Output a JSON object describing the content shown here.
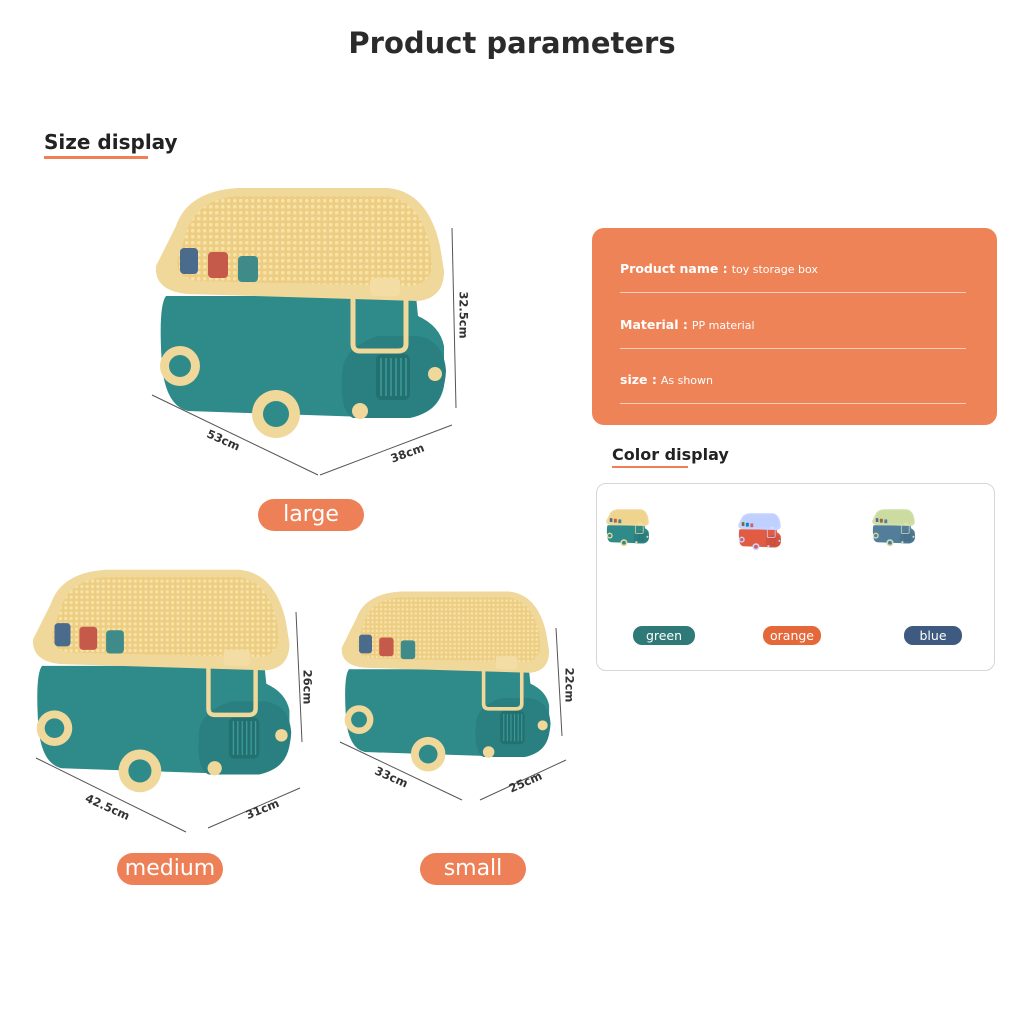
{
  "page_title": "Product parameters",
  "size_display": {
    "title": "Size display",
    "boxes": [
      {
        "label": "large",
        "length": "53cm",
        "width": "38cm",
        "height": "32.5cm"
      },
      {
        "label": "medium",
        "length": "42.5cm",
        "width": "31cm",
        "height": "26cm"
      },
      {
        "label": "small",
        "length": "33cm",
        "width": "25cm",
        "height": "22cm"
      }
    ]
  },
  "info_card": {
    "rows": [
      {
        "label": "Product name :",
        "value": "toy storage box"
      },
      {
        "label": "Material :",
        "value": "PP material"
      },
      {
        "label": "size :",
        "value": "As shown"
      }
    ]
  },
  "color_display": {
    "title": "Color display",
    "colors": [
      {
        "name": "green",
        "hex": "#2f7a78"
      },
      {
        "name": "orange",
        "hex": "#e5683a"
      },
      {
        "name": "blue",
        "hex": "#3e5a80"
      }
    ]
  },
  "colors": {
    "accent": "#ee8058",
    "lid": "#f0d79a",
    "body_green": "#2f8a8a"
  }
}
